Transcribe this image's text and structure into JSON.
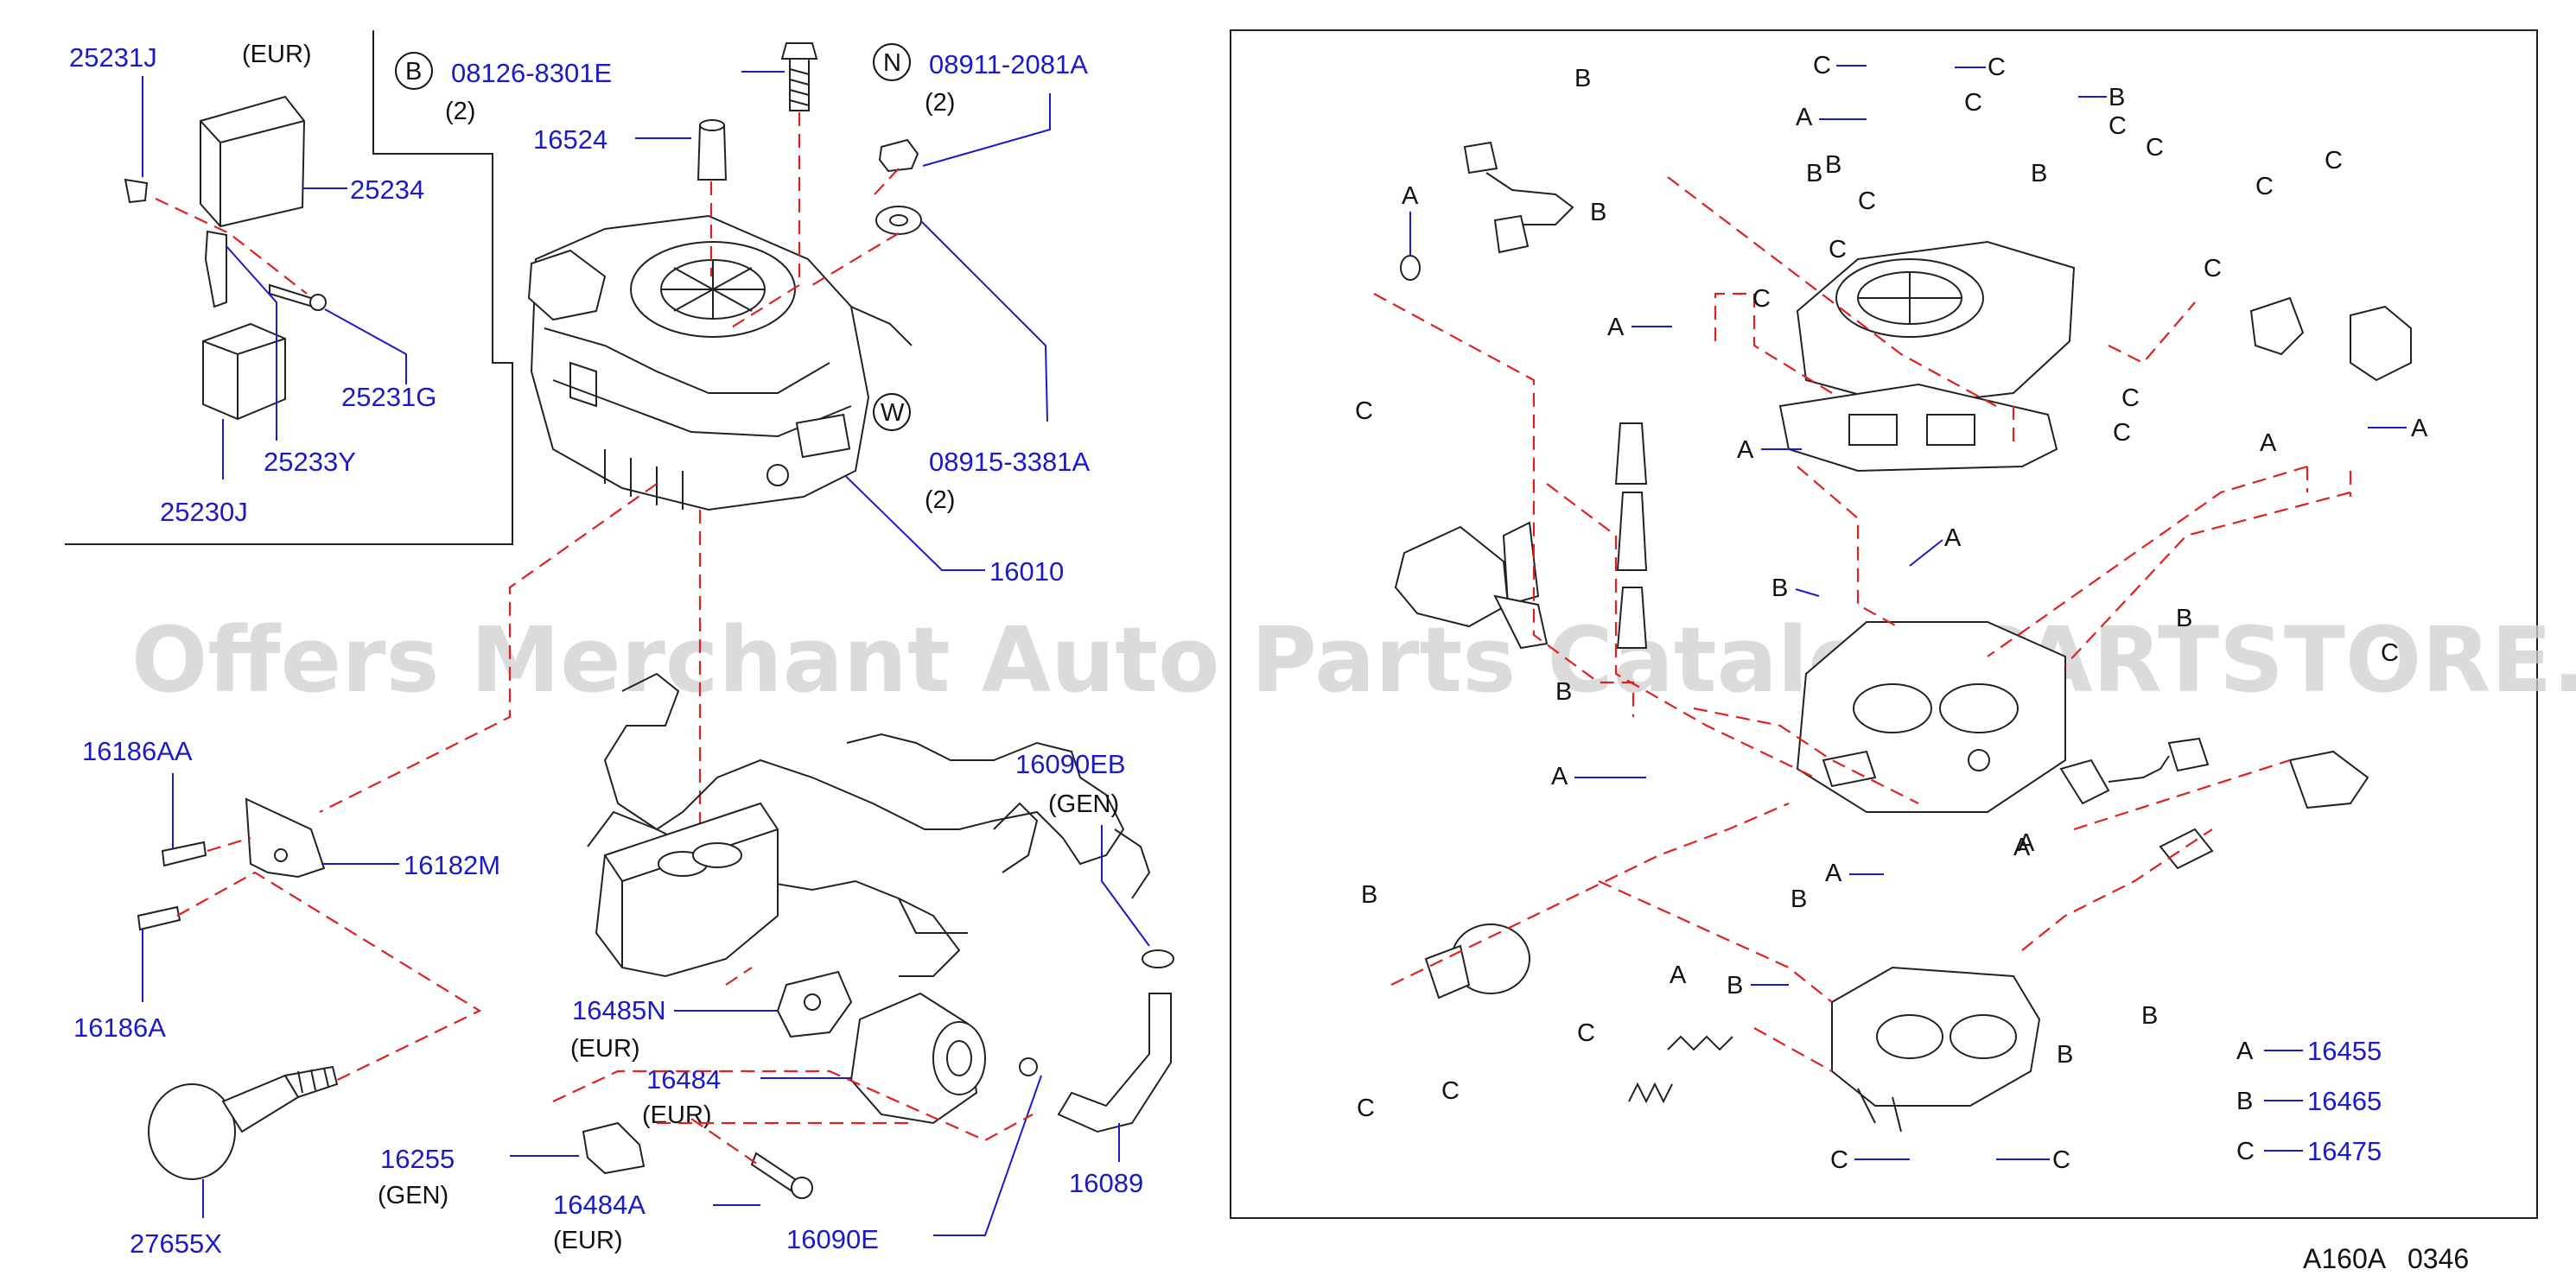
{
  "watermark": "Offers Merchant Auto Parts Catalog PARTSTORE.SA",
  "diagram_ref": "A160A   0346",
  "callouts": {
    "p25231J": "25231J",
    "eur_top": "(EUR)",
    "p25234": "25234",
    "p25231G": "25231G",
    "p25233Y": "25233Y",
    "p25230J": "25230J",
    "circle_b": "B",
    "p08126": "08126-8301E",
    "qty_b": "(2)",
    "p16524": "16524",
    "circle_n": "N",
    "p08911": "08911-2081A",
    "qty_n": "(2)",
    "circle_w": "W",
    "p08915": "08915-3381A",
    "qty_w": "(2)",
    "p16010": "16010",
    "p16186AA": "16186AA",
    "p16182M": "16182M",
    "p16186A": "16186A",
    "p27655X": "27655X",
    "p16090EB": "16090EB",
    "gen_16090EB": "(GEN)",
    "p16485N": "16485N",
    "eur_16485N": "(EUR)",
    "p16484": "16484",
    "eur_16484": "(EUR)",
    "p16255": "16255",
    "gen_16255": "(GEN)",
    "p16484A": "16484A",
    "eur_16484A": "(EUR)",
    "p16090E": "16090E",
    "p16089": "16089"
  },
  "kit_legend": [
    {
      "letter": "A",
      "part": "16455"
    },
    {
      "letter": "B",
      "part": "16465"
    },
    {
      "letter": "C",
      "part": "16475"
    }
  ],
  "kit_letters": {
    "a": "A",
    "b": "B",
    "c": "C"
  }
}
